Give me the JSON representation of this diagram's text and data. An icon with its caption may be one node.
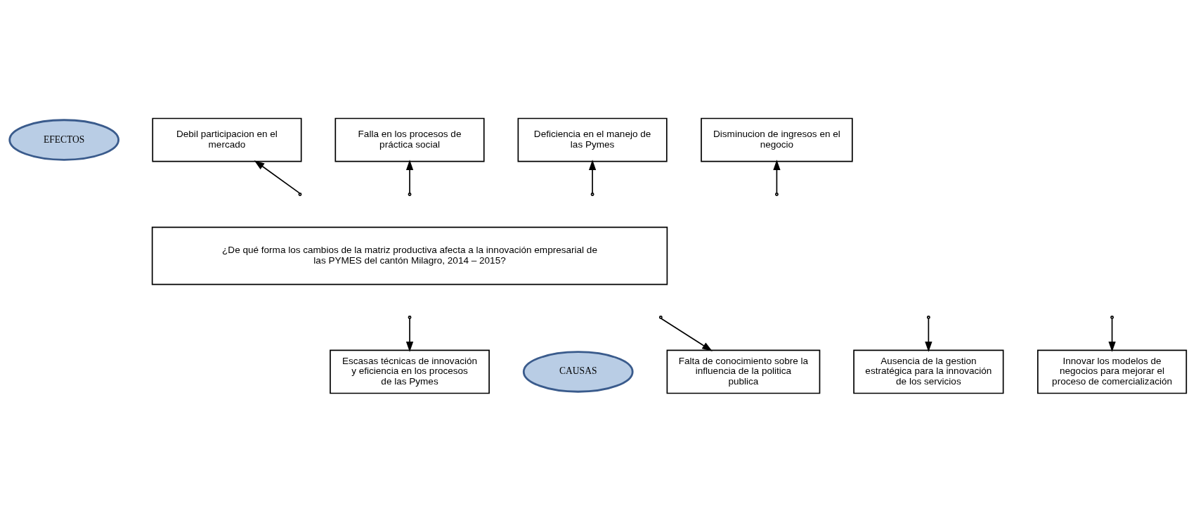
{
  "diagram": {
    "nodes": [
      {
        "text": [
          "EFECTOS"
        ]
      },
      {
        "text": [
          "Debil participacion en el mercado"
        ]
      },
      {
        "text": [
          "Deficiencia en el manejo de las Pymes"
        ]
      },
      {
        "text": [
          "Disminucion de ingresos en el negocio"
        ]
      },
      {
        "text": [
          "Falla en los procesos de práctica social"
        ]
      },
      {
        "text": [
          "¿De qué forma los cambios de la matriz productiva afecta a la innovación empresarial de las PYMES del cantón Milagro, 2014 – 2015?"
        ]
      },
      {
        "text": [
          "CAUSAS"
        ]
      },
      {
        "text": [
          "Escasas técnicas de innovación y eficiencia en los procesos de las Pymes"
        ]
      },
      {
        "text": [
          "Ausencia de la gestion estratégica para la innovación de los servicios"
        ]
      },
      {
        "text": [
          "Innovar los modelos de negocios para mejorar el proceso de comercialización"
        ]
      },
      {
        "text": [
          "Falta de conocimiento sobre la influencia de la politica publica"
        ]
      }
    ],
    "edges": [
      {
        "from": null,
        "to": 1,
        "arrow": "to"
      },
      {
        "from": null,
        "to": 2,
        "arrow": "to"
      },
      {
        "from": null,
        "to": 3,
        "arrow": "to"
      },
      {
        "from": null,
        "to": 4,
        "arrow": "to"
      },
      {
        "from": null,
        "to": 7,
        "arrow": "to"
      },
      {
        "from": null,
        "to": 8,
        "arrow": "to"
      },
      {
        "from": null,
        "to": 9,
        "arrow": "to"
      },
      {
        "from": null,
        "to": 10,
        "arrow": "to"
      }
    ]
  }
}
